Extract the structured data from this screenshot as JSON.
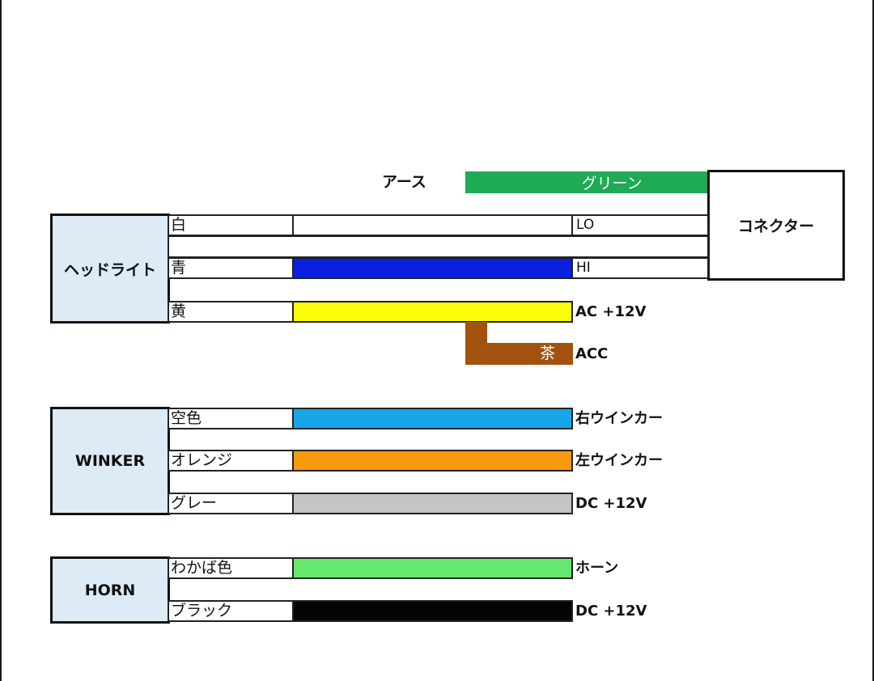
{
  "connector": {
    "label": "コネクター"
  },
  "earth": {
    "label": "アース",
    "wire_label": "グリーン",
    "color": "#1faa55"
  },
  "groups": {
    "headlight": {
      "label": "ヘッドライト",
      "wires": [
        {
          "name": "白",
          "terminal": "LO",
          "color": "#ffffff"
        },
        {
          "name": "青",
          "terminal": "HI",
          "color": "#0a1fe0"
        },
        {
          "name": "黄",
          "terminal": "AC +12V",
          "color": "#fbfb0c"
        }
      ],
      "branch": {
        "name": "茶",
        "terminal": "ACC",
        "color": "#a3510f"
      }
    },
    "winker": {
      "label": "WINKER",
      "wires": [
        {
          "name": "空色",
          "terminal": "右ウインカー",
          "color": "#18a6ea"
        },
        {
          "name": "オレンジ",
          "terminal": "左ウインカー",
          "color": "#f8990e"
        },
        {
          "name": "グレー",
          "terminal": "DC +12V",
          "color": "#c4c4c4"
        }
      ]
    },
    "horn": {
      "label": "HORN",
      "wires": [
        {
          "name": "わかば色",
          "terminal": "ホーン",
          "color": "#66e86e"
        },
        {
          "name": "ブラック",
          "terminal": "DC +12V",
          "color": "#050505"
        }
      ]
    }
  }
}
